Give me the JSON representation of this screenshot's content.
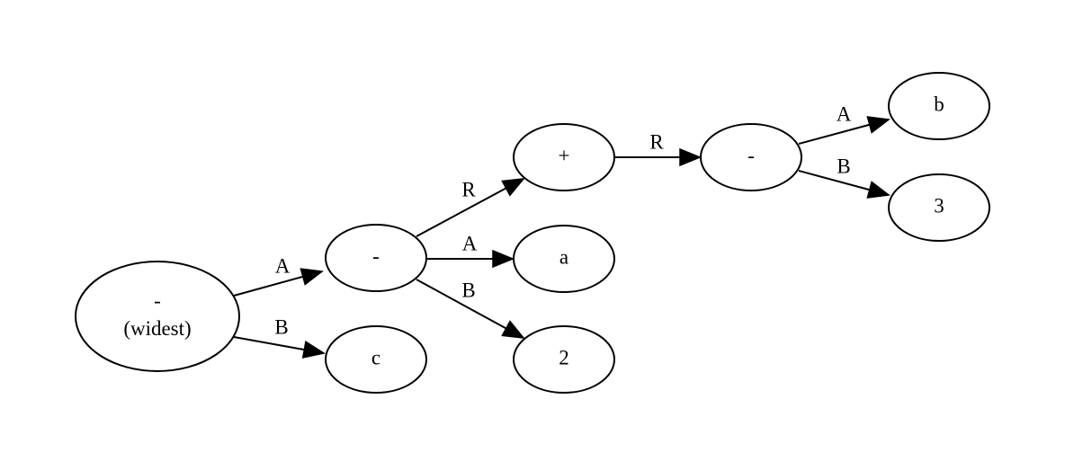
{
  "nodes": [
    {
      "id": "root",
      "lines": [
        "-",
        "(widest)"
      ]
    },
    {
      "id": "m1",
      "lines": [
        "-"
      ]
    },
    {
      "id": "c",
      "lines": [
        "c"
      ]
    },
    {
      "id": "plus",
      "lines": [
        "+"
      ]
    },
    {
      "id": "a",
      "lines": [
        "a"
      ]
    },
    {
      "id": "two",
      "lines": [
        "2"
      ]
    },
    {
      "id": "m2",
      "lines": [
        "-"
      ]
    },
    {
      "id": "b",
      "lines": [
        "b"
      ]
    },
    {
      "id": "three",
      "lines": [
        "3"
      ]
    }
  ],
  "edges": [
    {
      "from": "root",
      "to": "m1",
      "label": "A"
    },
    {
      "from": "root",
      "to": "c",
      "label": "B"
    },
    {
      "from": "m1",
      "to": "plus",
      "label": "R"
    },
    {
      "from": "m1",
      "to": "a",
      "label": "A"
    },
    {
      "from": "m1",
      "to": "two",
      "label": "B"
    },
    {
      "from": "plus",
      "to": "m2",
      "label": "R"
    },
    {
      "from": "m2",
      "to": "b",
      "label": "A"
    },
    {
      "from": "m2",
      "to": "three",
      "label": "B"
    }
  ]
}
